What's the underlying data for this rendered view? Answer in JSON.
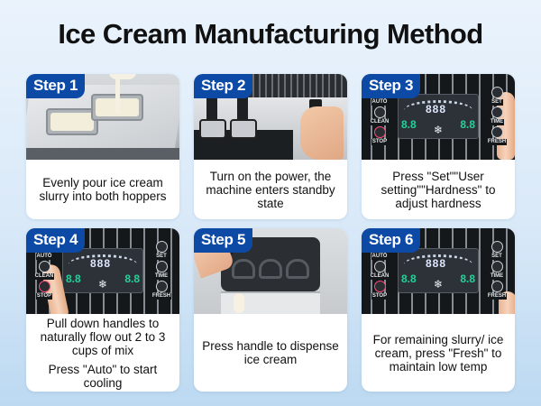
{
  "title": "Ice Cream Manufacturing Method",
  "colors": {
    "badge": "#0d4aa6",
    "background_top": "#eaf3fc",
    "background_bottom": "#bcd9f1",
    "card": "#ffffff",
    "display_digits": "#21d39a"
  },
  "panel": {
    "display_main": "888",
    "display_left": "8.8",
    "display_right": "8.8",
    "left_buttons": [
      "AUTO",
      "CLEAN",
      "STOP"
    ],
    "right_buttons": [
      "SET",
      "TIME",
      "FRESH"
    ]
  },
  "steps": [
    {
      "label": "Step 1",
      "image": "pouring-mix-into-hoppers",
      "text": [
        "Evenly pour ice cream slurry into both hoppers"
      ]
    },
    {
      "label": "Step 2",
      "image": "hand-pressing-power-switch",
      "text": [
        "Turn on the power, the machine enters standby state"
      ]
    },
    {
      "label": "Step 3",
      "image": "finger-on-control-panel-right",
      "text": [
        "Press \"Set\"\"User setting\"\"Hardness\" to adjust hardness"
      ]
    },
    {
      "label": "Step 4",
      "image": "finger-on-control-panel-left",
      "text": [
        "Pull down handles to naturally flow out 2 to 3 cups of mix",
        "Press  \"Auto\" to start cooling"
      ]
    },
    {
      "label": "Step 5",
      "image": "hand-pulling-dispense-handle",
      "text": [
        "Press handle to dispense ice cream"
      ]
    },
    {
      "label": "Step 6",
      "image": "finger-on-fresh-button",
      "text": [
        "For remaining slurry/ ice cream, press \"Fresh\" to maintain low temp"
      ]
    }
  ]
}
